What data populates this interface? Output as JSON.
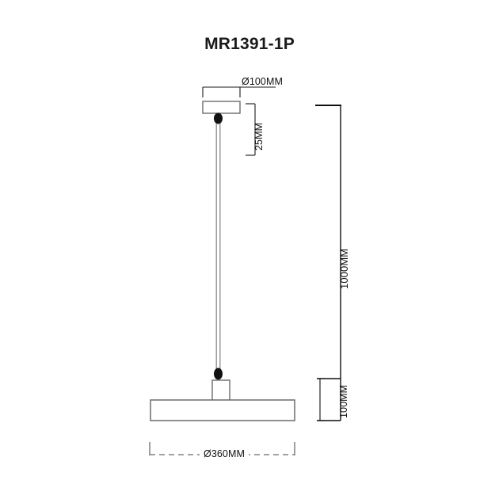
{
  "page": {
    "background_color": "#ffffff",
    "line_color": "#1a1a1a",
    "fixture_outline_color": "#6b6b6b",
    "dimension_color": "#111111"
  },
  "title": {
    "text": "MR1391-1P"
  },
  "dimensions": {
    "canopy_diameter": {
      "label": "Ø100MM",
      "value": 100,
      "unit": "MM",
      "orientation": "horizontal",
      "position": "top"
    },
    "canopy_height": {
      "label": "25MM",
      "value": 25,
      "unit": "MM",
      "orientation": "vertical",
      "position": "top-right"
    },
    "total_drop": {
      "label": "1000MM",
      "value": 1000,
      "unit": "MM",
      "orientation": "vertical",
      "position": "right"
    },
    "shade_height": {
      "label": "100MM",
      "value": 100,
      "unit": "MM",
      "orientation": "vertical",
      "position": "bottom-right"
    },
    "shade_diameter": {
      "label": "Ø360MM",
      "value": 360,
      "unit": "MM",
      "orientation": "horizontal",
      "position": "bottom"
    }
  },
  "parts": {
    "canopy": "ceiling-canopy-plate",
    "top_connector": "cord-grip-top",
    "cord": "suspension-cord",
    "bottom_connector": "cord-grip-bottom",
    "stem": "shade-stem",
    "shade": "disc-shade"
  }
}
